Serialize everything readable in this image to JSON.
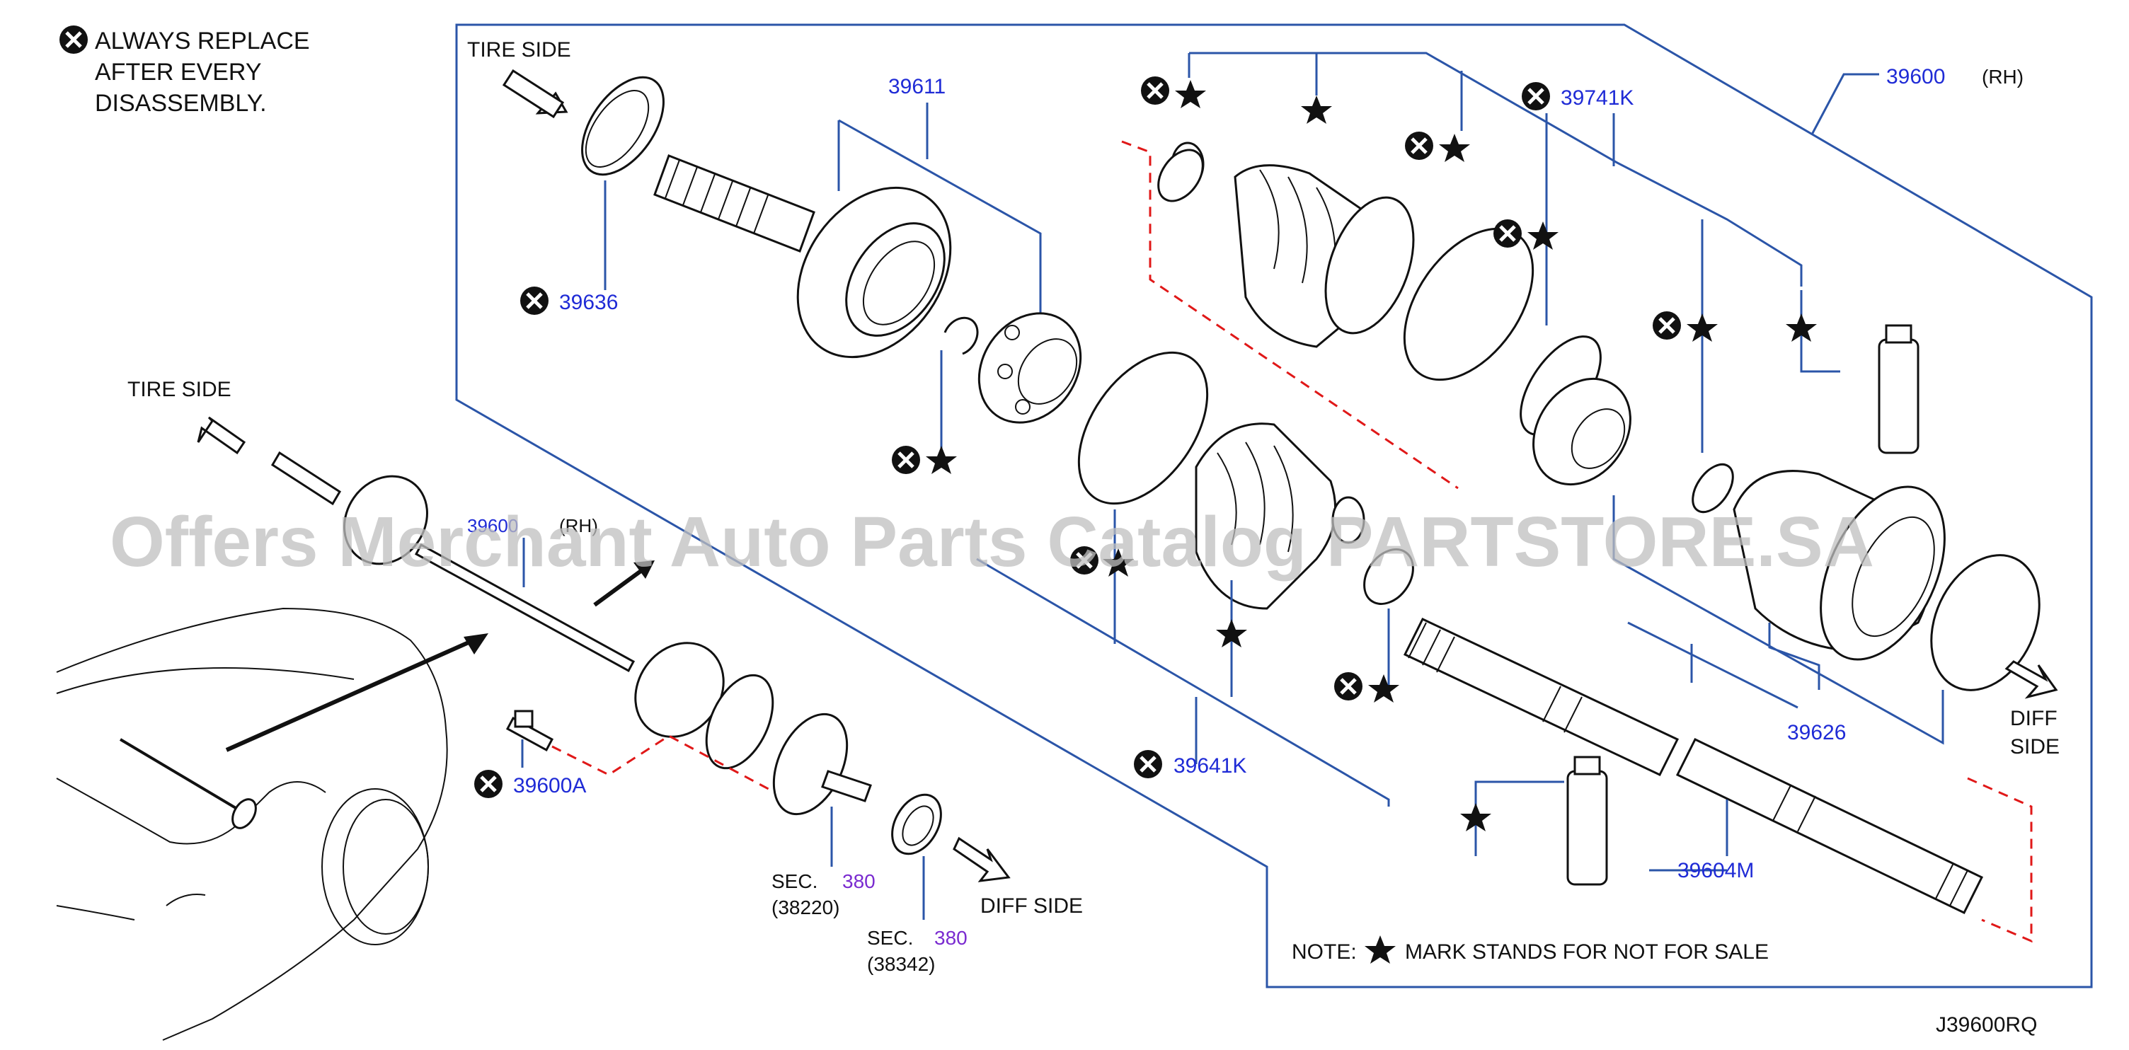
{
  "legend": {
    "line1": "ALWAYS  REPLACE",
    "line2": "AFTER  EVERY",
    "line3": "DISASSEMBLY."
  },
  "labels": {
    "tire_side_top": "TIRE  SIDE",
    "tire_side_left": "TIRE  SIDE",
    "diff_side_right_1": "DIFF",
    "diff_side_right_2": "SIDE",
    "diff_side_bottom": "DIFF  SIDE",
    "note": "NOTE:",
    "note_text": "MARK  STANDS  FOR  NOT  FOR  SALE",
    "diagram_code": "J39600RQ"
  },
  "parts": {
    "p39611": "39611",
    "p39636": "39636",
    "p39741k": "39741K",
    "p39600": "39600",
    "p39600_rh": "(RH)",
    "p39641k": "39641K",
    "p39626": "39626",
    "p39604m": "39604M",
    "p39600a": "39600A",
    "p39600_small": "39600",
    "p39600_small_rh": "(RH)"
  },
  "sections": {
    "sec1_prefix": "SEC.",
    "sec1_num": "380",
    "sec1_ref": "(38220)",
    "sec2_prefix": "SEC.",
    "sec2_num": "380",
    "sec2_ref": "(38342)"
  },
  "watermark": "Offers Merchant Auto Parts Catalog PARTSTORE.SA",
  "colors": {
    "frame": "#2b55a8",
    "part_number": "#1f2bd6",
    "section_number": "#7a2bd0",
    "dashed_guide": "#e01818"
  }
}
